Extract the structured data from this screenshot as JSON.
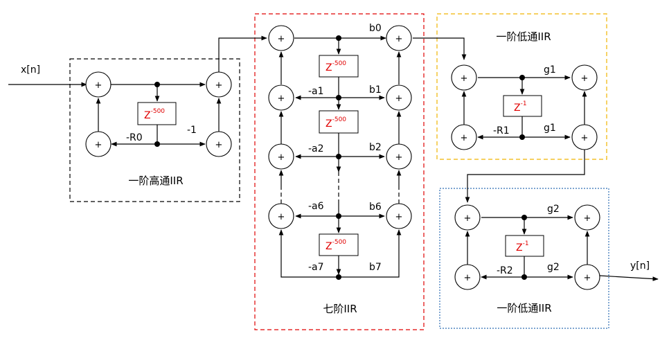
{
  "io": {
    "input": "x[n]",
    "output": "y[n]"
  },
  "adder_symbol": "+",
  "delay": {
    "base": "Z",
    "exp_500": "-500",
    "exp_1": "-1"
  },
  "highpass": {
    "title": "一阶高通IIR",
    "r0": "-R0",
    "coef": "-1"
  },
  "seventh": {
    "title": "七阶IIR",
    "b": [
      "b0",
      "b1",
      "b2",
      "b6",
      "b7"
    ],
    "a": [
      "-a1",
      "-a2",
      "-a6",
      "-a7"
    ]
  },
  "lowpass1": {
    "title": "一阶低通IIR",
    "g_top": "g1",
    "g_bottom": "g1",
    "r": "-R1"
  },
  "lowpass2": {
    "title": "一阶低通IIR",
    "g_top": "g2",
    "g_bottom": "g2",
    "r": "-R2"
  },
  "colors": {
    "highpass_border": "#000000",
    "seventh_border": "#e00000",
    "lowpass1_border": "#f0b400",
    "lowpass2_border": "#2e6db4",
    "delay_text": "#e00000"
  }
}
